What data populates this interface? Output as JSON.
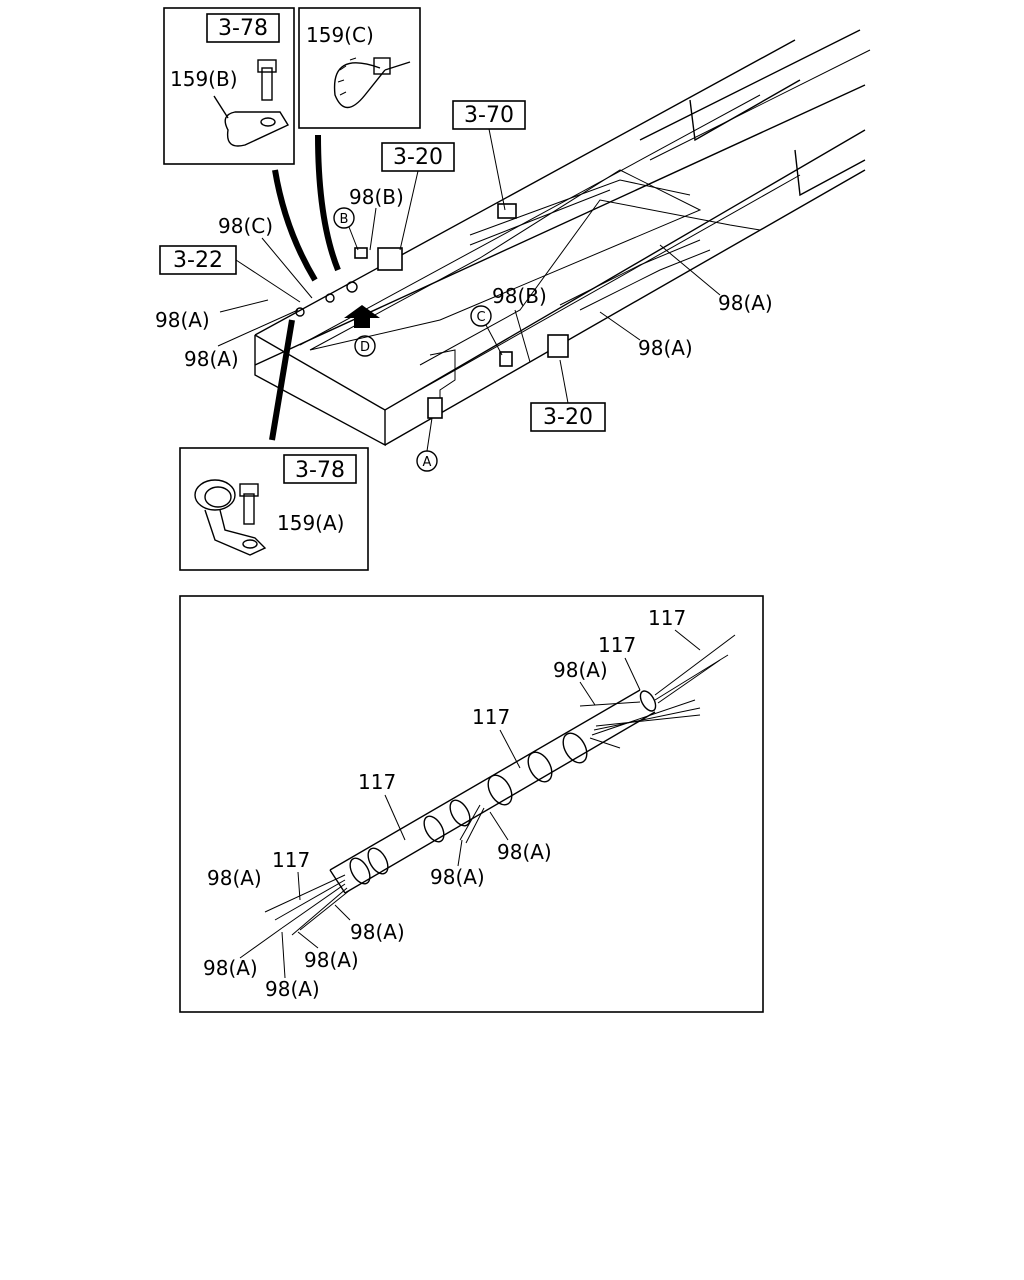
{
  "refs": {
    "r378_top": "3-78",
    "r370": "3-70",
    "r320_top": "3-20",
    "r322": "3-22",
    "r320_bottom": "3-20",
    "r378_bottom": "3-78"
  },
  "labels": {
    "clamp_b": "159(B)",
    "tie_c": "159(C)",
    "clamp_a": "159(A)",
    "p98b_upper": "98(B)",
    "p98c": "98(C)",
    "p98a_left1": "98(A)",
    "p98a_left2": "98(A)",
    "p98b_mid": "98(B)",
    "p98a_right1": "98(A)",
    "p98a_right2": "98(A)"
  },
  "circles": {
    "a": "A",
    "b": "B",
    "c": "C",
    "d": "D"
  },
  "harness": {
    "t117_1": "117",
    "t117_2": "117",
    "t117_3": "117",
    "t117_4": "117",
    "t117_5": "117",
    "h98a_1": "98(A)",
    "h98a_2": "98(A)",
    "h98a_3": "98(A)",
    "h98a_4": "98(A)",
    "h98a_5": "98(A)",
    "h98a_6": "98(A)",
    "h98a_7": "98(A)",
    "h98a_8": "98(A)"
  }
}
